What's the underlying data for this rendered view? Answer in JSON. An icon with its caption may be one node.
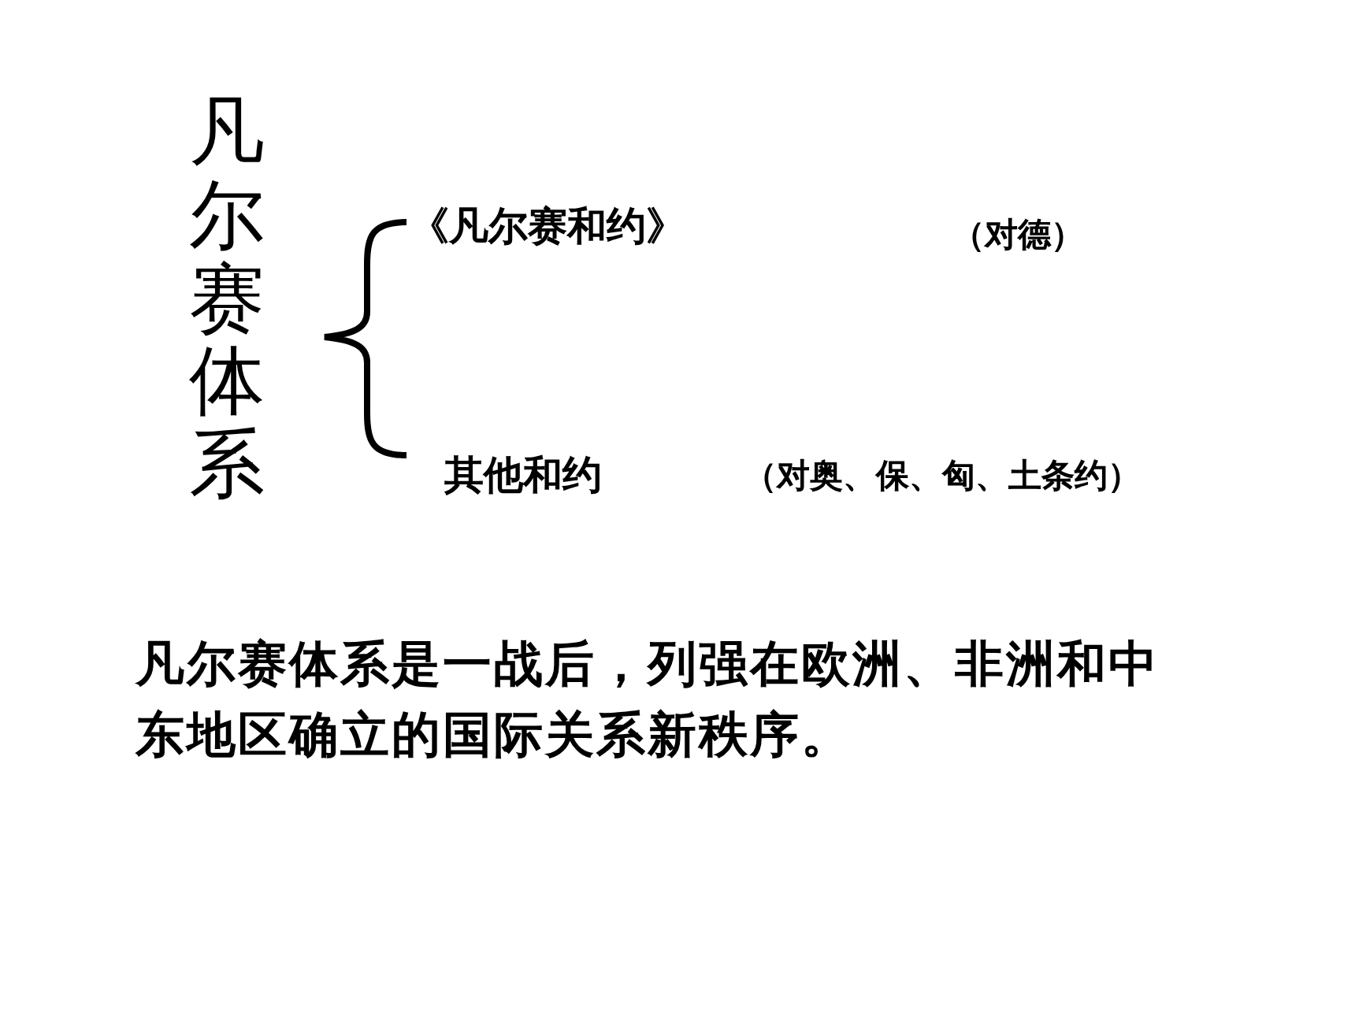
{
  "diagram": {
    "title": "凡尔赛体系",
    "labels": [
      "《凡尔赛和约》",
      "（对德）",
      "其他和约",
      "（对奥、保、匈、土条约）",
      "凡尔赛体系是一战后，列强在欧洲、非洲和中东地区确立的国际关系新秩序。"
    ]
  }
}
